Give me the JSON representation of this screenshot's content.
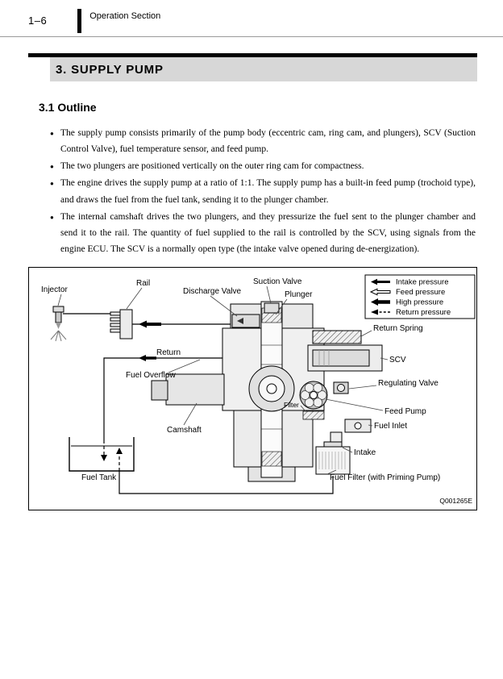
{
  "header": {
    "page_number": "1–6",
    "section": "Operation Section"
  },
  "chapter": {
    "title": "3. SUPPLY PUMP"
  },
  "section": {
    "title": "3.1 Outline"
  },
  "list": {
    "marker": "●"
  },
  "bullets": [
    "The supply pump consists primarily of the pump body (eccentric cam, ring cam, and plungers), SCV (Suction Control Valve), fuel temperature sensor, and feed pump.",
    "The two plungers are positioned vertically on the outer ring cam for compactness.",
    "The engine drives the supply pump at a ratio of 1:1. The supply pump has a built-in feed pump (trochoid type), and draws the fuel from the fuel tank, sending it to the plunger chamber.",
    "The internal camshaft drives the two plungers, and they pressurize the fuel sent to the plunger chamber and send it to the rail. The quantity of fuel supplied to the rail is controlled by the SCV, using signals from the engine ECU. The SCV is a normally open type (the intake valve opened during de-energization)."
  ],
  "diagram": {
    "figure_code": "Q001265E",
    "legend": {
      "items": [
        {
          "label": "Intake pressure"
        },
        {
          "label": "Feed pressure"
        },
        {
          "label": "High pressure"
        },
        {
          "label": "Return pressure"
        }
      ]
    },
    "labels": {
      "injector": "Injector",
      "rail": "Rail",
      "discharge_valve": "Discharge Valve",
      "suction_valve": "Suction Valve",
      "plunger": "Plunger",
      "return_spring": "Return Spring",
      "scv": "SCV",
      "regulating_valve": "Regulating Valve",
      "feed_pump": "Feed Pump",
      "fuel_inlet": "Fuel Inlet",
      "intake": "Intake",
      "fuel_filter": "Fuel Filter (with Priming Pump)",
      "return": "Return",
      "fuel_overflow": "Fuel Overflow",
      "camshaft": "Camshaft",
      "fuel_tank": "Fuel Tank",
      "filter": "Filter"
    }
  }
}
